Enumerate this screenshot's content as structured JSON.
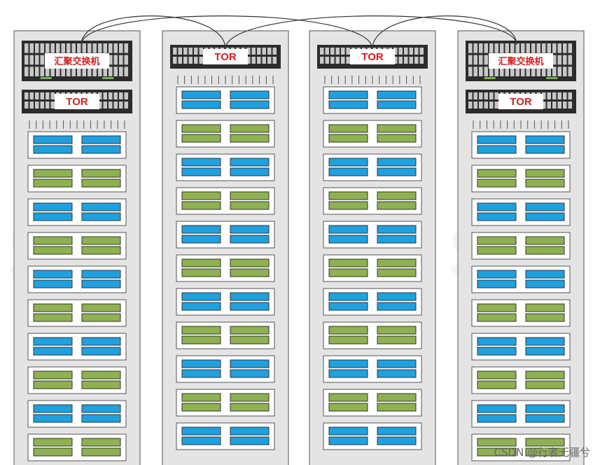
{
  "labels": {
    "tor": "TOR",
    "aggregation": "汇聚交换机"
  },
  "watermark": "CSDN @行者无疆兮",
  "colors": {
    "server_blue": "#1ea1e0",
    "server_green": "#8eb24f",
    "label_red": "#d32020",
    "rack_gray": "#e4e4e4",
    "switch_dark": "#2c2c2c"
  },
  "racks": [
    {
      "name": "rack-1",
      "switches": [
        "aggregation",
        "tor"
      ],
      "servers": [
        "blue",
        "green",
        "blue",
        "green",
        "blue",
        "green",
        "blue",
        "green",
        "blue",
        "green"
      ]
    },
    {
      "name": "rack-2",
      "switches": [
        "tor"
      ],
      "servers": [
        "blue",
        "green",
        "blue",
        "green",
        "blue",
        "green",
        "blue",
        "green",
        "blue",
        "green",
        "blue"
      ]
    },
    {
      "name": "rack-3",
      "switches": [
        "tor"
      ],
      "servers": [
        "blue",
        "green",
        "blue",
        "green",
        "blue",
        "green",
        "blue",
        "green",
        "blue",
        "green",
        "blue"
      ]
    },
    {
      "name": "rack-4",
      "switches": [
        "aggregation",
        "tor"
      ],
      "servers": [
        "blue",
        "green",
        "blue",
        "green",
        "blue",
        "green",
        "blue",
        "green",
        "blue",
        "green"
      ]
    }
  ],
  "links": [
    {
      "from": "rack-1 aggregation",
      "to": "rack-2 tor"
    },
    {
      "from": "rack-1 aggregation",
      "to": "rack-3 tor"
    },
    {
      "from": "rack-4 aggregation",
      "to": "rack-2 tor"
    },
    {
      "from": "rack-4 aggregation",
      "to": "rack-3 tor"
    }
  ]
}
